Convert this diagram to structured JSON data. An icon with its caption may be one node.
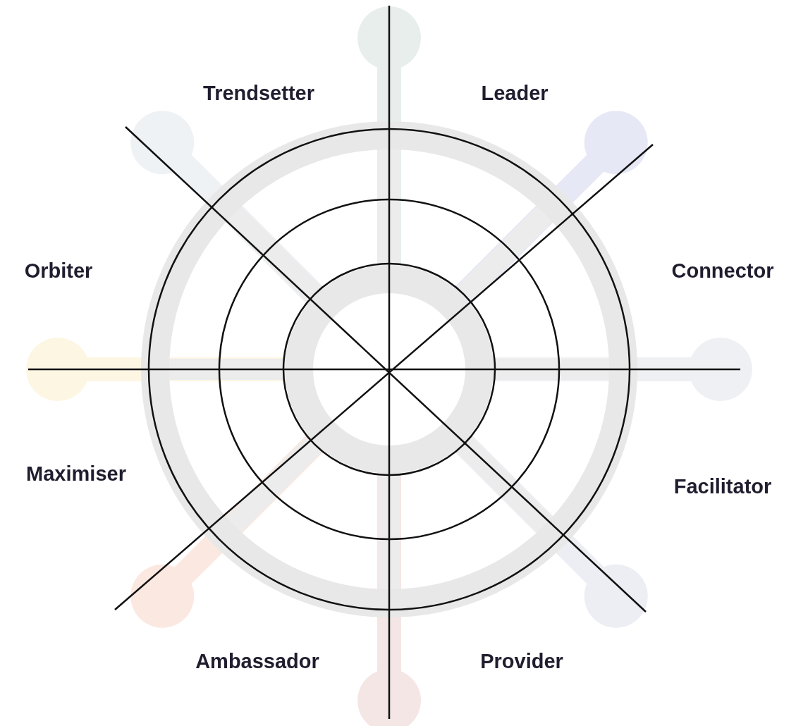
{
  "diagram": {
    "labels": [
      "Trendsetter",
      "Leader",
      "Orbiter",
      "Connector",
      "Maximiser",
      "Facilitator",
      "Ambassador",
      "Provider"
    ]
  }
}
